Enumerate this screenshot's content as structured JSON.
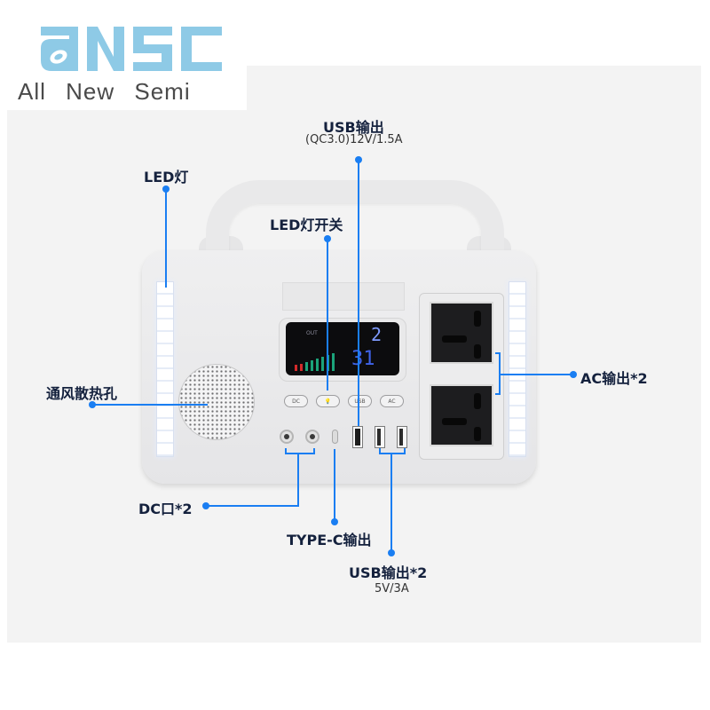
{
  "brand": {
    "logo_letters": [
      "a",
      "N",
      "S",
      "C"
    ],
    "logo_text": "aNSC",
    "tagline": "All New Semi",
    "logo_color": "#8ecae6"
  },
  "product": {
    "type": "portable power station",
    "display": {
      "out_label": "OUT",
      "digits_top": "2",
      "digits_bottom": "31",
      "level_bars": [
        {
          "color": "#d42a2a",
          "height": 7
        },
        {
          "color": "#d42a2a",
          "height": 8
        },
        {
          "color": "#1ba37a",
          "height": 10
        },
        {
          "color": "#1ba37a",
          "height": 12
        },
        {
          "color": "#1ba37a",
          "height": 14
        },
        {
          "color": "#1ba37a",
          "height": 16
        },
        {
          "color": "#1ba37a",
          "height": 18
        },
        {
          "color": "#1ba37a",
          "height": 20
        }
      ]
    },
    "buttons": [
      {
        "label": "DC"
      },
      {
        "label": "💡"
      },
      {
        "label": "USB"
      },
      {
        "label": "AC"
      }
    ]
  },
  "annotations": {
    "led_light": {
      "label": "LED灯"
    },
    "usb_qc_output": {
      "label": "USB输出",
      "sub": "(QC3.0)12V/1.5A"
    },
    "led_switch": {
      "label": "LED灯开关"
    },
    "vent": {
      "label": "通风散热孔"
    },
    "ac_output": {
      "label": "AC输出*2"
    },
    "dc_port": {
      "label": "DC口*2"
    },
    "typec_output": {
      "label": "TYPE-C输出"
    },
    "usb_output_2": {
      "label": "USB输出*2",
      "sub": "5V/3A"
    }
  },
  "colors": {
    "accent": "#1a7ef2",
    "label_text": "#14213d",
    "background": "#f3f3f3"
  }
}
